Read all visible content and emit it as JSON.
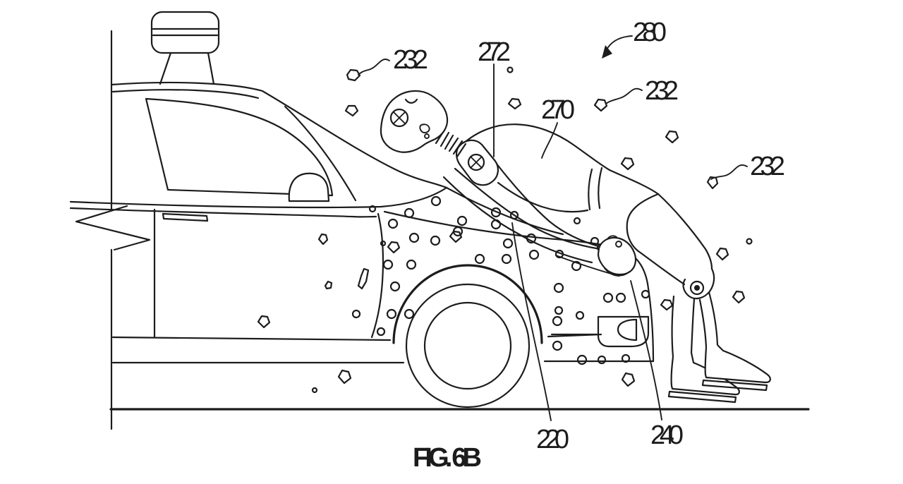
{
  "figure": {
    "caption": "FIG. 6B",
    "ink_color": "#1c1c1c",
    "background_color": "#ffffff",
    "reference_labels": {
      "r280": "280",
      "r272": "272",
      "r270": "270",
      "r232_top_left": "232",
      "r232_upper_right": "232",
      "r232_right": "232",
      "r220": "220",
      "r240": "240"
    }
  }
}
